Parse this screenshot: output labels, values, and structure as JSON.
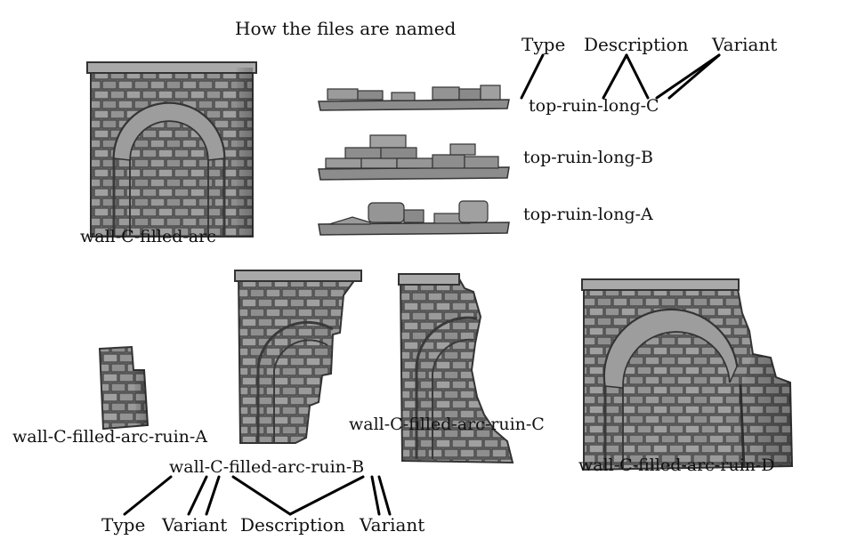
{
  "title": "How the files are named",
  "top_legend": {
    "type": "Type",
    "description": "Description",
    "variant": "Variant"
  },
  "bottom_legend": {
    "type": "Type",
    "variant_1": "Variant",
    "description": "Description",
    "variant_2": "Variant"
  },
  "pieces": {
    "wall_arc": "wall-C-filled-arc",
    "top_c": "top-ruin-long-C",
    "top_b": "top-ruin-long-B",
    "top_a": "top-ruin-long-A",
    "ruin_a": "wall-C-filled-arc-ruin-A",
    "ruin_b": "wall-C-filled-arc-ruin-B",
    "ruin_c": "wall-C-filled-arc-ruin-C",
    "ruin_d": "wall-C-filled-arc-ruin-D"
  },
  "colors": {
    "stone": "#8a8a8a",
    "stone_dark": "#4a4a4a",
    "mortar": "#3a3a3a",
    "ink": "#111111"
  }
}
